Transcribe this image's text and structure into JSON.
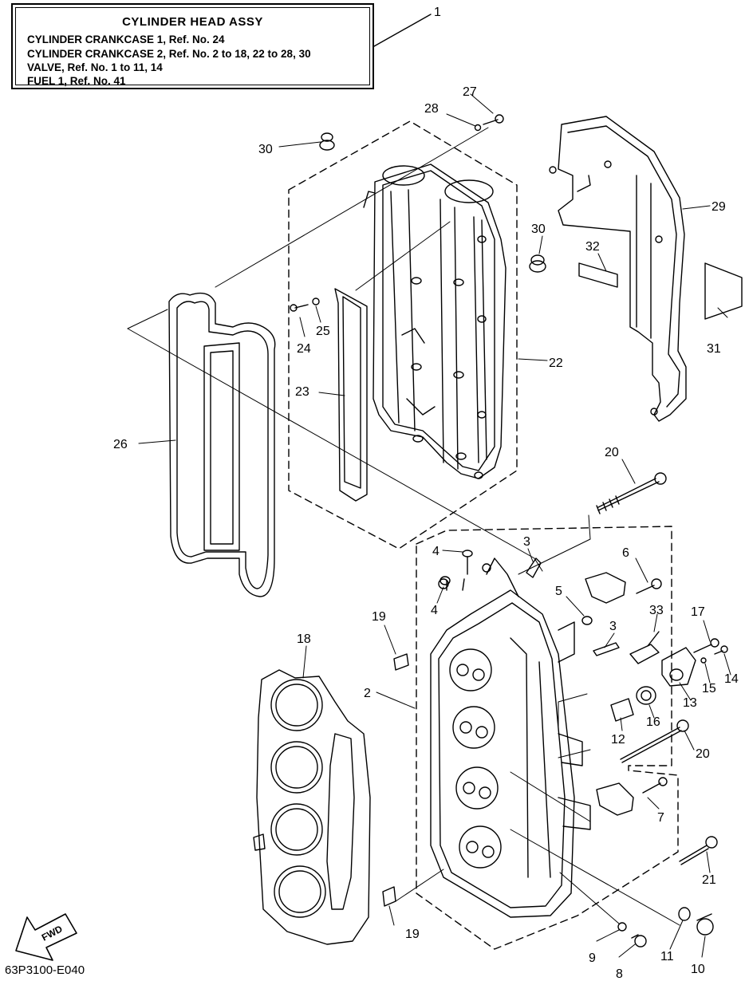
{
  "info_box": {
    "title": "CYLINDER HEAD ASSY",
    "lines": [
      "CYLINDER CRANKCASE 1, Ref. No. 24",
      "CYLINDER CRANKCASE 2, Ref. No. 2 to 18, 22 to 28, 30",
      "VALVE,  Ref. No. 1 to 11, 14",
      "FUEL 1,  Ref. No. 41"
    ]
  },
  "callouts": {
    "c1": "1",
    "c2": "2",
    "c3a": "3",
    "c3b": "3",
    "c4a": "4",
    "c4b": "4",
    "c5": "5",
    "c6": "6",
    "c7": "7",
    "c8": "8",
    "c9": "9",
    "c10": "10",
    "c11": "11",
    "c12": "12",
    "c13": "13",
    "c14": "14",
    "c15": "15",
    "c16": "16",
    "c17": "17",
    "c18": "18",
    "c19a": "19",
    "c19b": "19",
    "c20a": "20",
    "c20b": "20",
    "c21": "21",
    "c22": "22",
    "c23": "23",
    "c24": "24",
    "c25": "25",
    "c26": "26",
    "c27": "27",
    "c28": "28",
    "c29": "29",
    "c30a": "30",
    "c30b": "30",
    "c31": "31",
    "c32": "32",
    "c33": "33"
  },
  "fwd_label": "FWD",
  "part_code": "63P3100-E040"
}
